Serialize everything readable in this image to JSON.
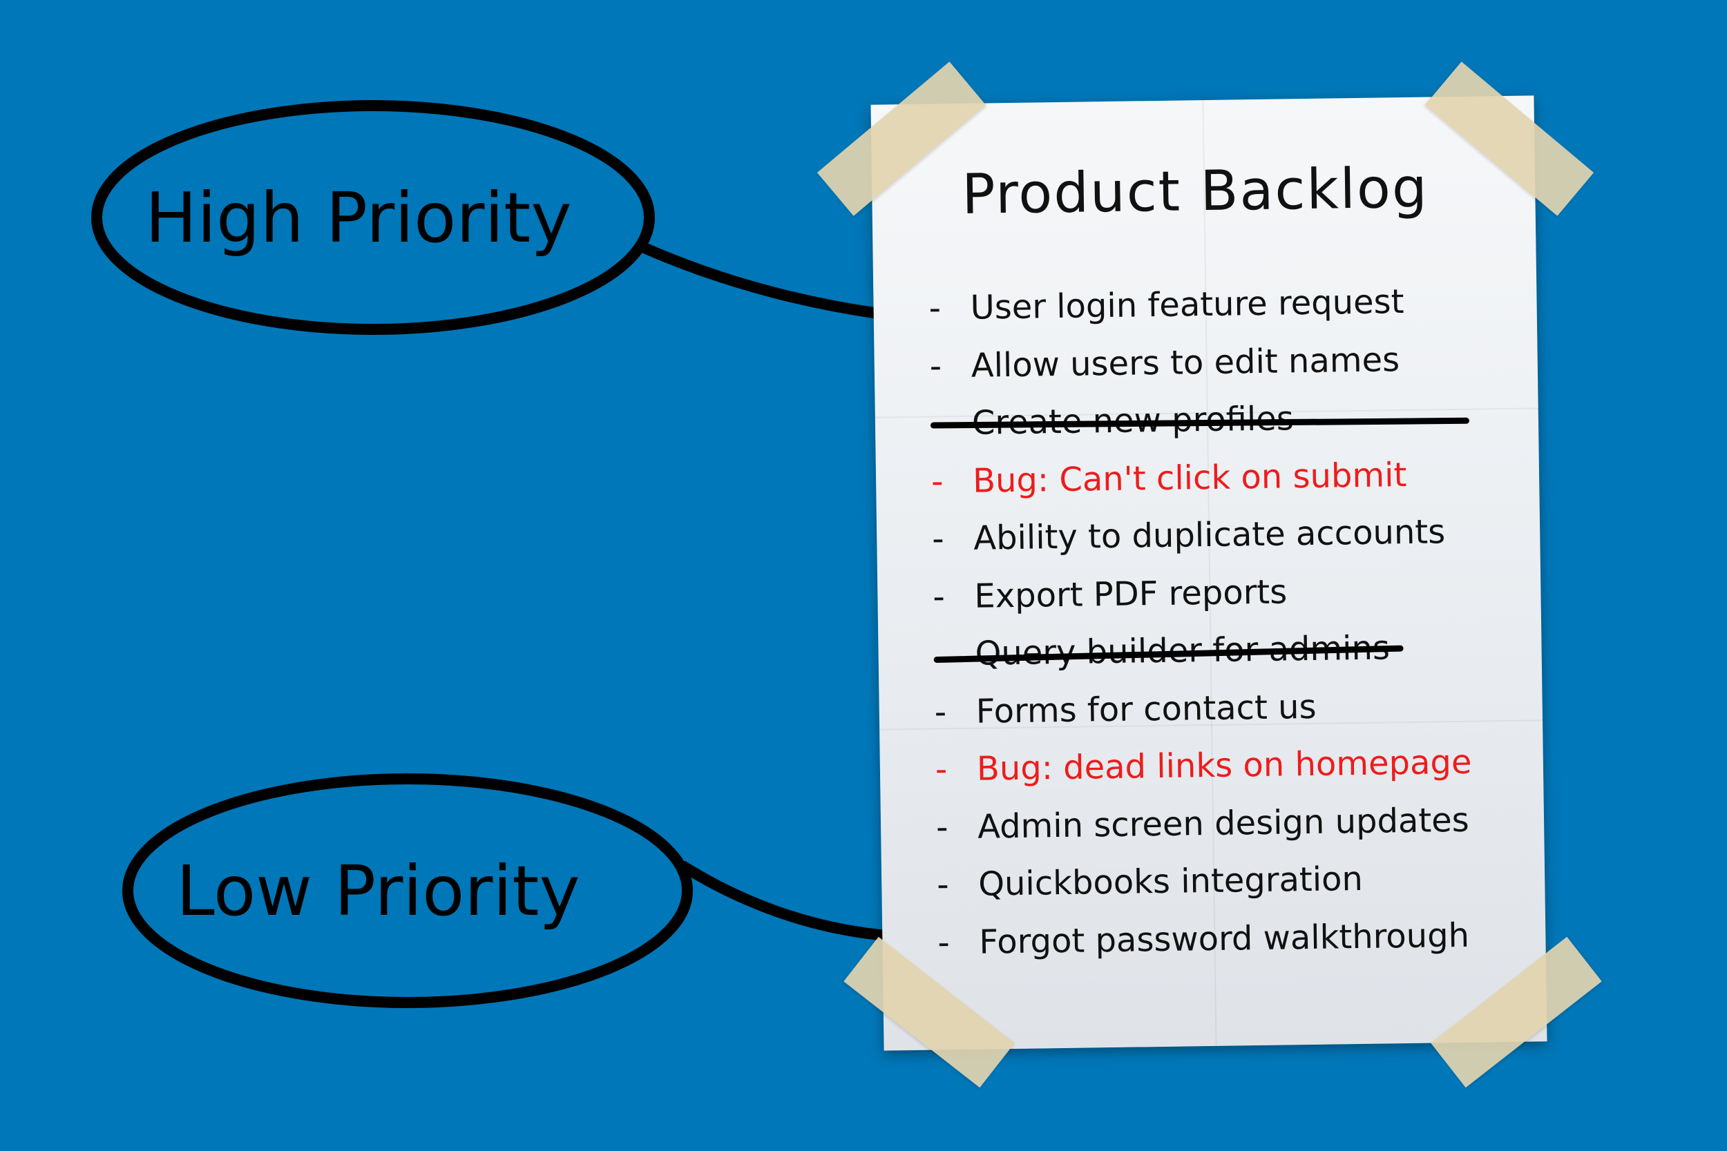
{
  "labels": {
    "high": "High Priority",
    "low": "Low Priority"
  },
  "paper": {
    "title": "Product Backlog",
    "items": [
      {
        "text": "User login feature request",
        "status": "open"
      },
      {
        "text": "Allow users to edit names",
        "status": "open"
      },
      {
        "text": "Create new profiles",
        "status": "done"
      },
      {
        "text": "Bug: Can't click on submit",
        "status": "bug"
      },
      {
        "text": "Ability to duplicate accounts",
        "status": "open"
      },
      {
        "text": "Export PDF reports",
        "status": "open"
      },
      {
        "text": "Query builder for admins",
        "status": "done"
      },
      {
        "text": "Forms for contact us",
        "status": "open"
      },
      {
        "text": "Bug: dead links on homepage",
        "status": "bug"
      },
      {
        "text": "Admin screen design updates",
        "status": "open"
      },
      {
        "text": "Quickbooks integration",
        "status": "open"
      },
      {
        "text": "Forgot password walkthrough",
        "status": "open"
      }
    ]
  },
  "colors": {
    "background": "#0077b8",
    "ink": "#111111",
    "bug": "#ee1c1c",
    "tape": "#e2d4af"
  }
}
